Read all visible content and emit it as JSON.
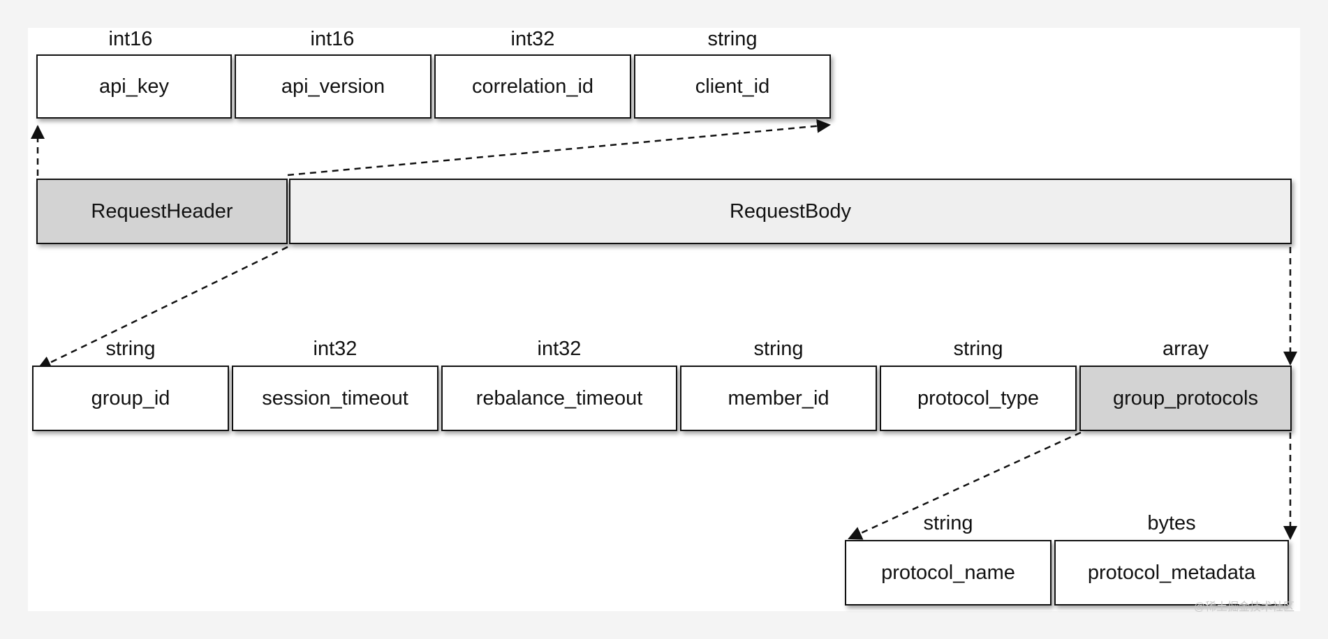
{
  "header_fields": [
    {
      "type": "int16",
      "name": "api_key"
    },
    {
      "type": "int16",
      "name": "api_version"
    },
    {
      "type": "int32",
      "name": "correlation_id"
    },
    {
      "type": "string",
      "name": "client_id"
    }
  ],
  "request": {
    "header": "RequestHeader",
    "body": "RequestBody"
  },
  "body_fields": [
    {
      "type": "string",
      "name": "group_id"
    },
    {
      "type": "int32",
      "name": "session_timeout"
    },
    {
      "type": "int32",
      "name": "rebalance_timeout"
    },
    {
      "type": "string",
      "name": "member_id"
    },
    {
      "type": "string",
      "name": "protocol_type"
    },
    {
      "type": "array",
      "name": "group_protocols"
    }
  ],
  "protocol_fields": [
    {
      "type": "string",
      "name": "protocol_name"
    },
    {
      "type": "bytes",
      "name": "protocol_metadata"
    }
  ],
  "watermark": "@稀土掘金技术社区"
}
